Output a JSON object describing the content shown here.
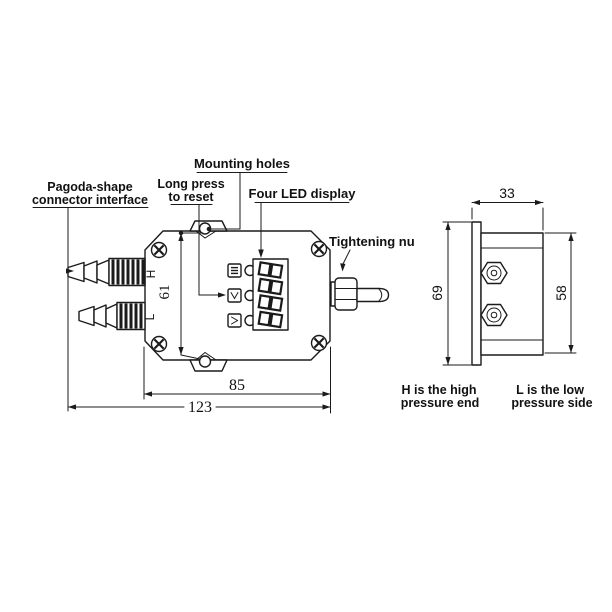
{
  "colors": {
    "ink": "#1b1b1b",
    "background": "#ffffff"
  },
  "front_view": {
    "labels": {
      "pagoda_line1": "Pagoda-shape",
      "pagoda_line2": "connector interface",
      "mounting": "Mounting holes",
      "long_press_line1": "Long press",
      "long_press_line2": "to reset",
      "led": "Four LED display",
      "tightening": "Tightening nu"
    },
    "ports": {
      "high": "H",
      "low": "L"
    },
    "dimensions": {
      "hole_spacing": "61",
      "body_width": "85",
      "total_length": "123"
    }
  },
  "side_view": {
    "dimensions": {
      "top_width": "33",
      "flange_height": "69",
      "body_height": "58"
    }
  },
  "notes": {
    "high_line1": "H is the high",
    "high_line2": "pressure end",
    "low_line1": "L is the low",
    "low_line2": "pressure side"
  }
}
